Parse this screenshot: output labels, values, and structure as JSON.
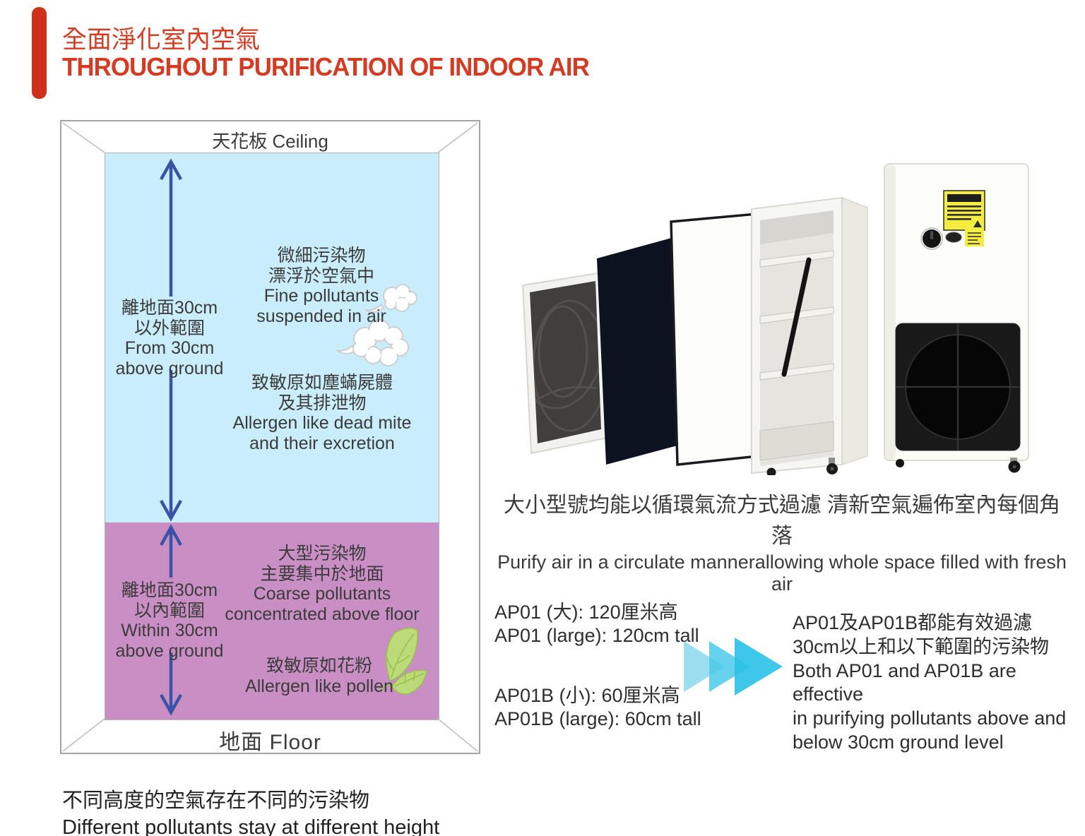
{
  "header": {
    "title_zh": "全面淨化室內空氣",
    "title_en": "THROUGHOUT PURIFICATION OF INDOOR AIR"
  },
  "room_diagram": {
    "ceiling_label": "天花板 Ceiling",
    "floor_label": "地面 Floor",
    "upper_zone": {
      "range_lines": [
        "離地面30cm",
        "以外範圍",
        "From 30cm",
        "above ground"
      ],
      "fine_pollutant_lines": [
        "微細污染物",
        "漂浮於空氣中",
        "Fine pollutants",
        "suspended in air"
      ],
      "mite_lines": [
        "致敏原如塵蟎屍體",
        "及其排泄物",
        "Allergen like dead mite",
        "and their excretion"
      ]
    },
    "lower_zone": {
      "range_lines": [
        "離地面30cm",
        "以內範圍",
        "Within 30cm",
        "above ground"
      ],
      "coarse_lines": [
        "大型污染物",
        "主要集中於地面",
        "Coarse pollutants",
        "concentrated above floor"
      ],
      "pollen_lines": [
        "致敏原如花粉",
        "Allergen like pollen"
      ]
    }
  },
  "products": {
    "caption_zh": "大小型號均能以循環氣流方式過濾  清新空氣遍佈室內每個角落",
    "caption_en": "Purify air in a circulate mannerallowing whole space filled with fresh air",
    "ap01_lines": [
      "AP01 (大): 120厘米高",
      "AP01 (large): 120cm tall"
    ],
    "ap01b_lines": [
      "AP01B (小): 60厘米高",
      "AP01B (large): 60cm tall"
    ],
    "effectiveness_lines": [
      "AP01及AP01B都能有效過濾",
      "30cm以上和以下範圍的污染物",
      "Both AP01 and AP01B are effective",
      "in purifying pollutants above and",
      "below 30cm ground level"
    ]
  },
  "footer": {
    "lines": [
      "不同高度的空氣存在不同的污染物",
      "Different pollutants stay at different height"
    ]
  },
  "colors": {
    "accent_red": "#d23a1e",
    "upper_zone_blue": "#c9edfa",
    "lower_zone_purple": "#c98fc5",
    "arrow_blue": "#3a53a7",
    "chevron_cyan": "#29c1e6",
    "leaf_green": "#bdda78"
  },
  "icons": {
    "cloud-icon": "white puff cloud shape",
    "leaf-icon": "green pollen leaves",
    "chevron-right-icon": "cyan right-pointing triangles",
    "double-arrow-icon": "blue vertical double-headed arrow"
  }
}
